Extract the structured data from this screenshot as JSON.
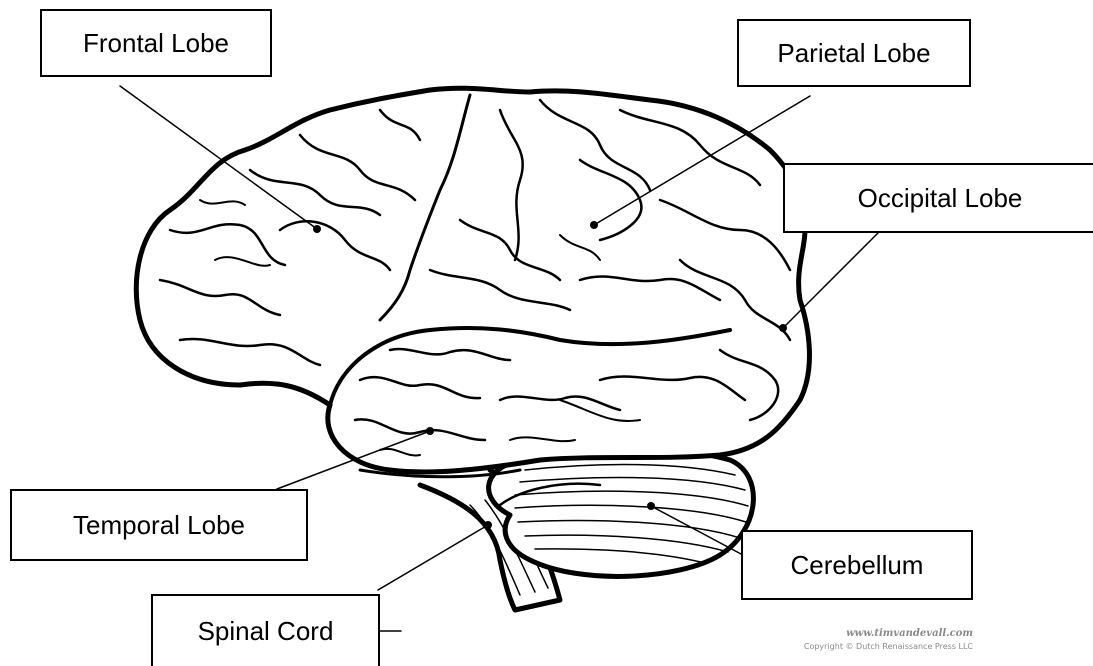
{
  "labels": {
    "frontal_lobe": "Frontal Lobe",
    "parietal_lobe": "Parietal Lobe",
    "occipital_lobe": "Occipital Lobe",
    "temporal_lobe": "Temporal Lobe",
    "cerebellum": "Cerebellum",
    "spinal_cord": "Spinal Cord"
  },
  "watermark": {
    "url": "www.timvandevall.com",
    "copyright": "Copyright © Dutch Renaissance Press LLC"
  },
  "colors": {
    "stroke": "#000000",
    "background": "#ffffff",
    "watermark": "#8a8a8a"
  }
}
